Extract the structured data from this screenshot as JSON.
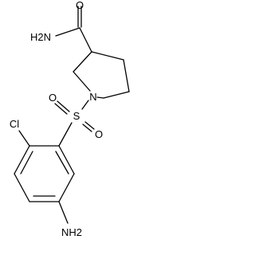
{
  "molecule": {
    "atoms": {
      "amide_oxygen": "O",
      "amide_nitrogen": "H2N",
      "ring_nitrogen": "N",
      "sulfur": "S",
      "sulfonyl_oxygen_top": "O",
      "sulfonyl_oxygen_bottom": "O",
      "chlorine": "Cl",
      "amine": "NH2"
    }
  }
}
